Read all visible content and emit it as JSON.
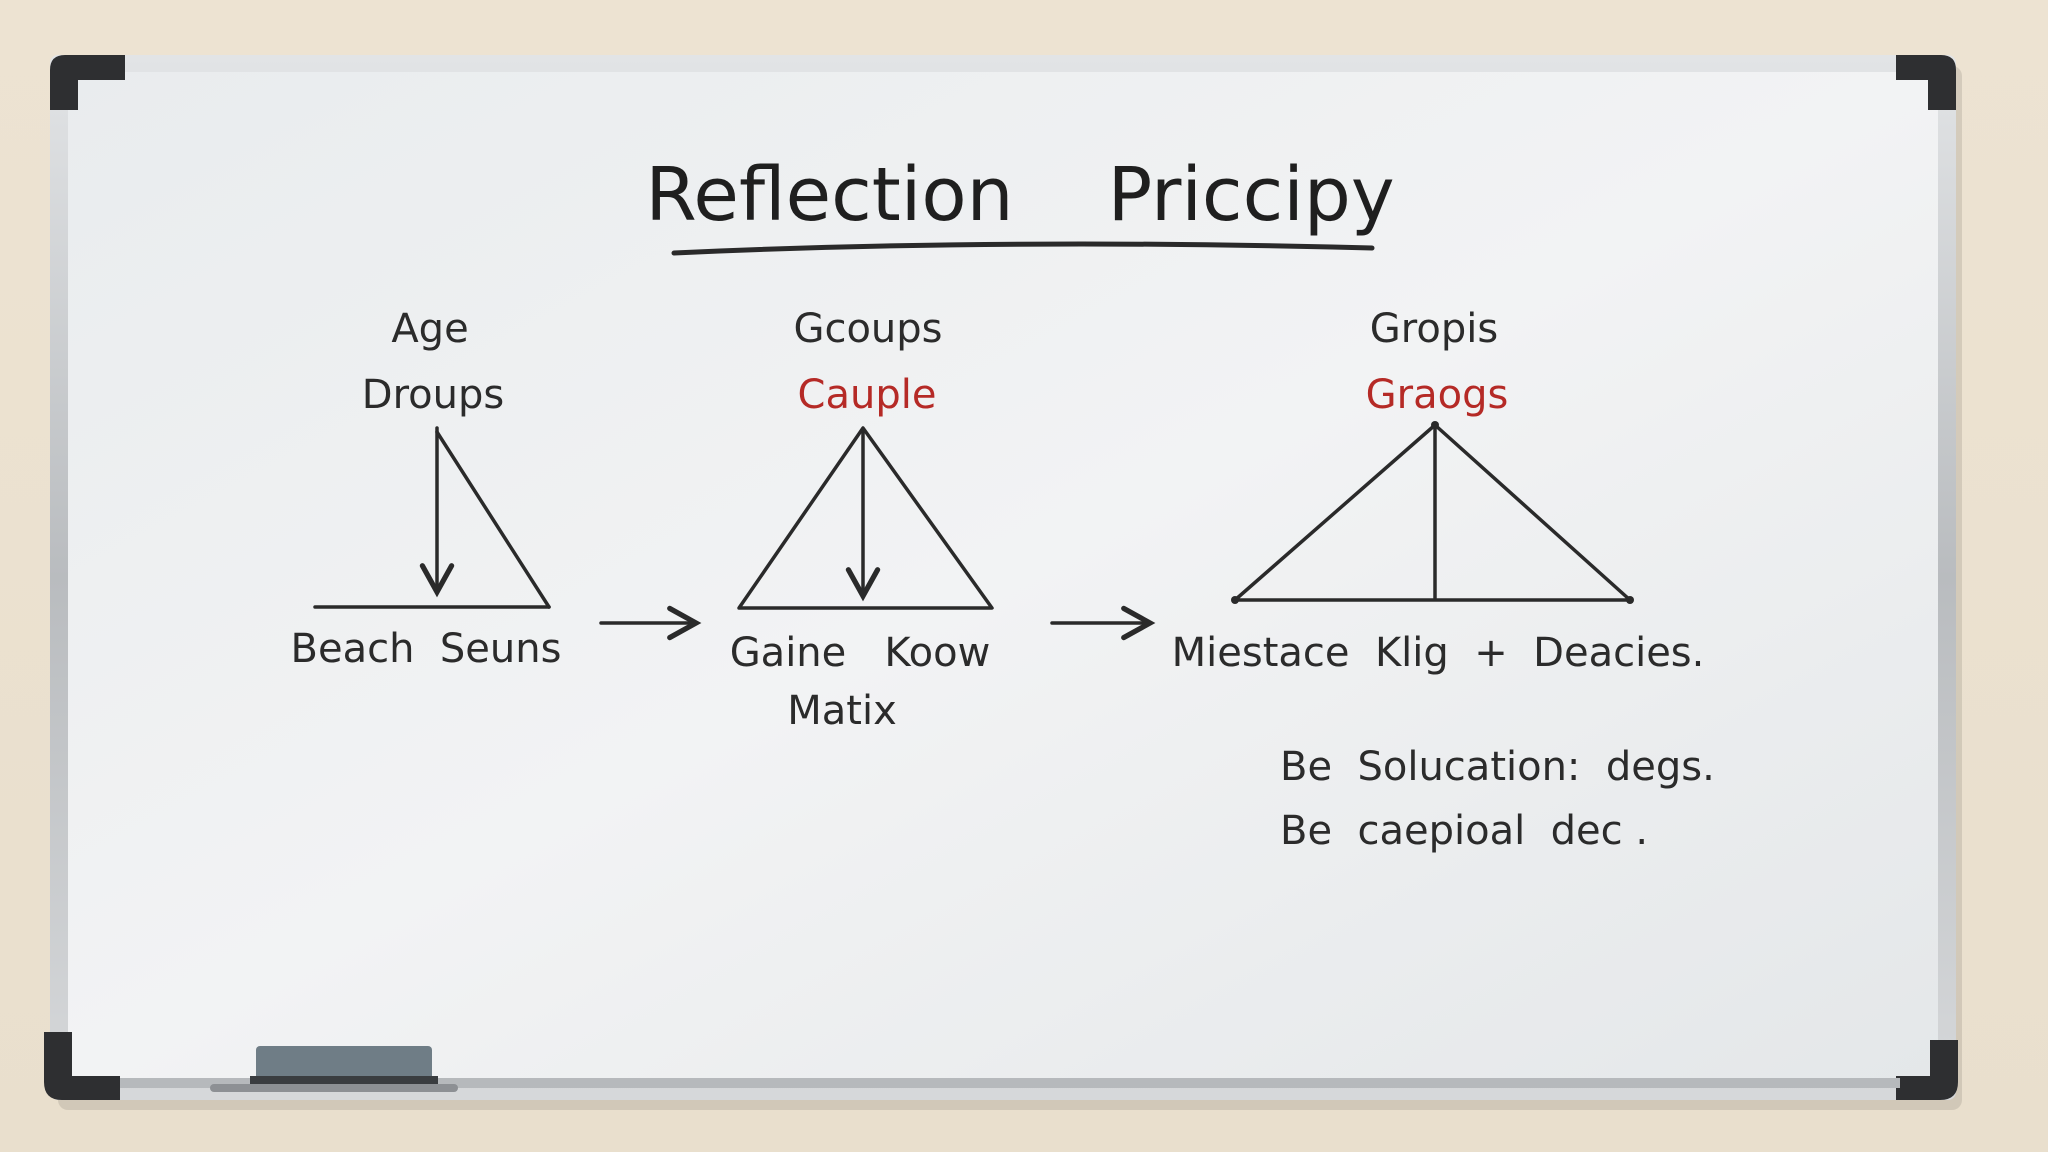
{
  "title": "Reflection    Priccipy",
  "diagrams": [
    {
      "top_line1": "Age",
      "top_line2": "Droups",
      "bottom": "Beach  Seuns"
    },
    {
      "top_line1": "Gcoups",
      "top_line2": "Cauple",
      "bottom": "Gaine   Koow",
      "bottom2": "Matix"
    },
    {
      "top_line1": "Gropis",
      "top_line2": "Graogs",
      "bottom": "Miestace  Klig  +  Deacies."
    }
  ],
  "notes": [
    "Be  Solucation:  degs.",
    "Be  caepioal  dec ."
  ],
  "colors": {
    "wall": "#ebe1cf",
    "board": "#eef0f1",
    "frame": "#c9cccf",
    "corner": "#2e2f31",
    "ink": "#2a2a2a",
    "red_ink": "#b52a26",
    "eraser": "#6f7d86"
  }
}
